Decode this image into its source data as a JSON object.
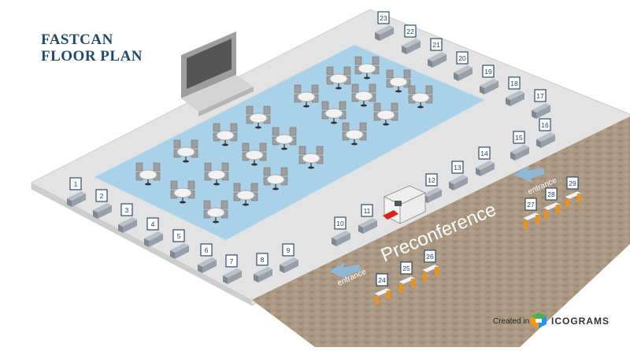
{
  "title": {
    "line1": "FASTCAN",
    "line2": "FLOOR PLAN"
  },
  "zones": {
    "preconference": "Preconference",
    "entrance_1": "entrance",
    "entrance_2": "entrance"
  },
  "booths": [
    "1",
    "2",
    "3",
    "4",
    "5",
    "6",
    "7",
    "8",
    "9",
    "10",
    "11",
    "12",
    "13",
    "14",
    "15",
    "16",
    "17",
    "18",
    "19",
    "20",
    "21",
    "22",
    "23",
    "24",
    "25",
    "26",
    "27",
    "28",
    "29"
  ],
  "credit": {
    "created_in": "Created in",
    "brand": "ICOGRAMS"
  },
  "colors": {
    "floor": "#e1e1e1",
    "floor_edge": "#c8c8c8",
    "hall_carpet": "#a8d0e6",
    "preconference_floor": "#a8957f",
    "title": "#234a6a",
    "arrow": "#8fb7d6",
    "booth_counter": "#9aa3ad",
    "orange_counter": "#e8931e",
    "booth_sign_border": "#1f3f5f"
  }
}
